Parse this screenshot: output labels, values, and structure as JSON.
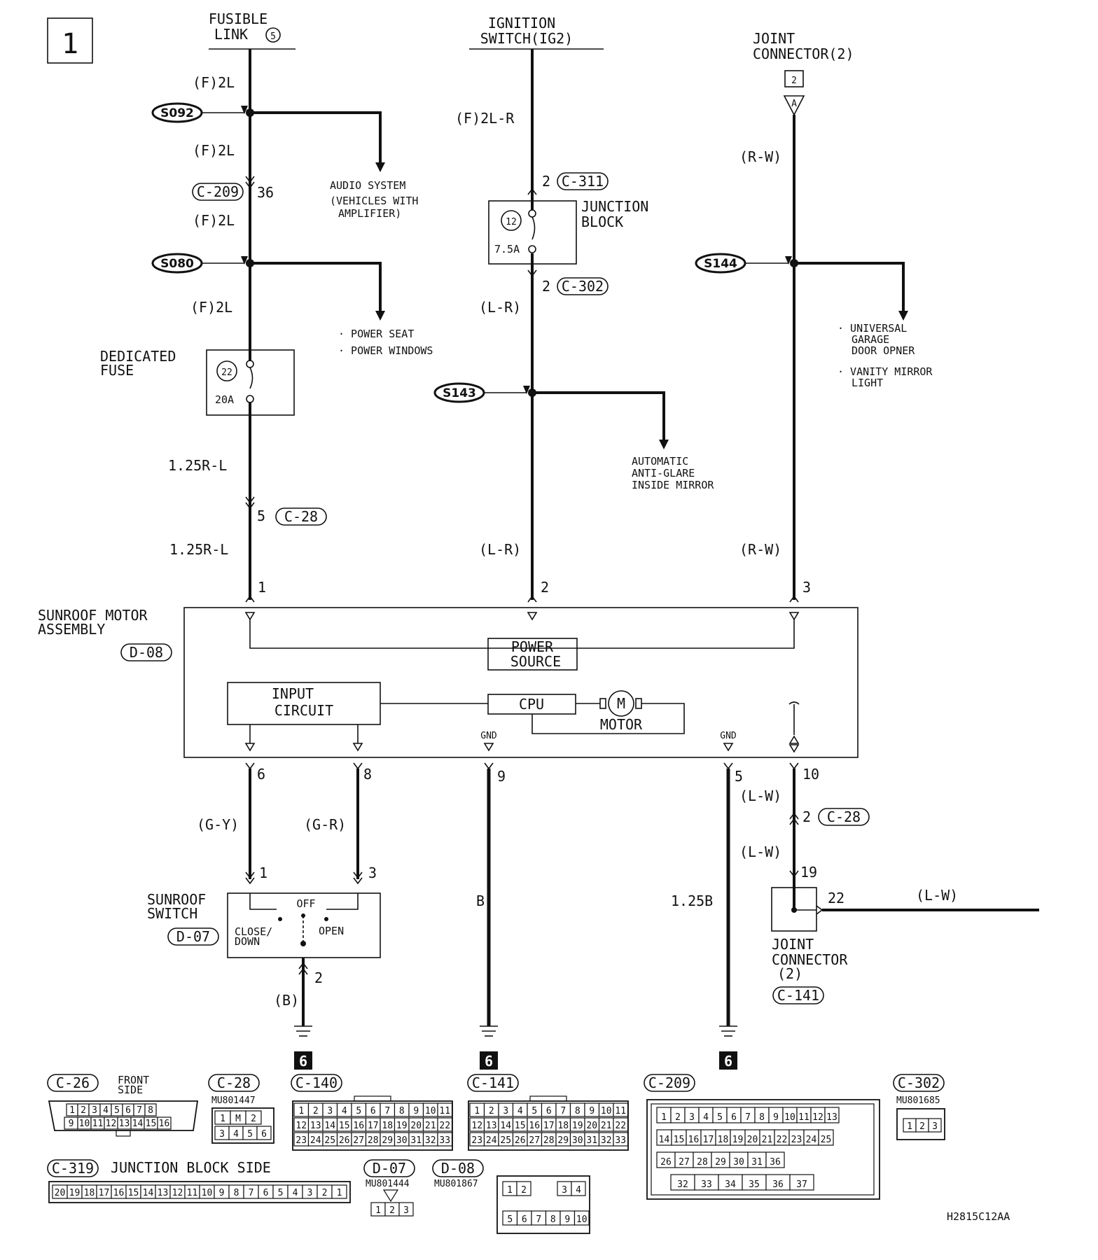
{
  "page": {
    "number": "1",
    "figure_code": "H2815C12AA"
  },
  "top_sources": {
    "fusible_link": {
      "line1": "FUSIBLE",
      "line2": "LINK",
      "number": "5"
    },
    "ignition_switch": {
      "line1": "IGNITION",
      "line2": "SWITCH(IG2)"
    },
    "joint_connector": {
      "line1": "JOINT",
      "line2": "CONNECTOR(2)",
      "page_ref": "2",
      "terminal": "A"
    }
  },
  "splices": {
    "s092": "S092",
    "s080": "S080",
    "s143": "S143",
    "s144": "S144"
  },
  "wires": {
    "f2l_1": "(F)2L",
    "f2l_2": "(F)2L",
    "f2l_3": "(F)2L",
    "f2l_4": "(F)2L",
    "f2l_r": "(F)2L-R",
    "l_r_1": "(L-R)",
    "l_r_2": "(L-R)",
    "r_w_1": "(R-W)",
    "r_w_2": "(R-W)",
    "r_l_1": "1.25R-L",
    "r_l_2": "1.25R-L",
    "g_y": "(G-Y)",
    "g_r": "(G-R)",
    "b_switch": "(B)",
    "b_gnd": "B",
    "b125": "1.25B",
    "l_w_1": "(L-W)",
    "l_w_2": "(L-W)",
    "l_w_3": "(L-W)"
  },
  "connectors_inline": {
    "c209": "C-209",
    "c209_pin": "36",
    "c311": "C-311",
    "c311_pin": "2",
    "c302": "C-302",
    "c302_pin": "2",
    "c28a": "C-28",
    "c28a_pin": "5",
    "c28b": "C-28",
    "c28b_pin": "2",
    "c141_pin_in": "19",
    "c141_pin_out": "22"
  },
  "branches": {
    "audio": [
      "AUDIO SYSTEM",
      "(VEHICLES WITH",
      "AMPLIFIER)"
    ],
    "power": [
      "· POWER SEAT",
      "· POWER WINDOWS"
    ],
    "mirror": [
      "AUTOMATIC",
      "ANTI-GLARE",
      "INSIDE MIRROR"
    ],
    "garage": [
      "· UNIVERSAL",
      "GARAGE",
      "DOOR OPNER",
      "· VANITY MIRROR",
      "LIGHT"
    ]
  },
  "fuses": {
    "dedicated": {
      "line1": "DEDICATED",
      "line2": "FUSE",
      "number": "22",
      "rating": "20A"
    },
    "junction": {
      "line1": "JUNCTION",
      "line2": "BLOCK",
      "number": "12",
      "rating": "7.5A"
    }
  },
  "sunroof_motor": {
    "line1": "SUNROOF MOTOR",
    "line2": "ASSEMBLY",
    "connector": "D-08",
    "pins_top": [
      "1",
      "2",
      "3"
    ],
    "power_source": [
      "POWER",
      "SOURCE"
    ],
    "input_circuit": [
      "INPUT",
      "CIRCUIT"
    ],
    "cpu": "CPU",
    "motor": "MOTOR",
    "motor_symbol": "M",
    "gnd": "GND",
    "pins_bottom": [
      "6",
      "8",
      "9",
      "5",
      "10"
    ]
  },
  "sunroof_switch": {
    "line1": "SUNROOF",
    "line2": "SWITCH",
    "connector": "D-07",
    "off": "OFF",
    "close": "CLOSE/",
    "down": "DOWN",
    "open": "OPEN",
    "pins": [
      "1",
      "3",
      "2"
    ]
  },
  "joint_connector_bottom": {
    "line1": "JOINT",
    "line2": "CONNECTOR",
    "line3": "(2)",
    "connector": "C-141"
  },
  "ground_ref": "6",
  "connector_views": [
    {
      "id": "C-26",
      "note1": "FRONT",
      "note2": "SIDE",
      "rows": [
        [
          "1",
          "2",
          "3",
          "4",
          "5",
          "6",
          "7",
          "8"
        ],
        [
          "9",
          "10",
          "11",
          "12",
          "13",
          "14",
          "15",
          "16"
        ]
      ]
    },
    {
      "id": "C-28",
      "part": "MU801447",
      "rows": [
        [
          "1",
          "M",
          "2"
        ],
        [
          "3",
          "4",
          "5",
          "6"
        ]
      ]
    },
    {
      "id": "C-140",
      "rows": [
        [
          "1",
          "2",
          "3",
          "4",
          "5",
          "6",
          "7",
          "8",
          "9",
          "10",
          "11"
        ],
        [
          "12",
          "13",
          "14",
          "15",
          "16",
          "17",
          "18",
          "19",
          "20",
          "21",
          "22"
        ],
        [
          "23",
          "24",
          "25",
          "26",
          "27",
          "28",
          "29",
          "30",
          "31",
          "32",
          "33"
        ]
      ]
    },
    {
      "id": "C-141",
      "rows": [
        [
          "1",
          "2",
          "3",
          "4",
          "5",
          "6",
          "7",
          "8",
          "9",
          "10",
          "11"
        ],
        [
          "12",
          "13",
          "14",
          "15",
          "16",
          "17",
          "18",
          "19",
          "20",
          "21",
          "22"
        ],
        [
          "23",
          "24",
          "25",
          "26",
          "27",
          "28",
          "29",
          "30",
          "31",
          "32",
          "33"
        ]
      ]
    },
    {
      "id": "C-209",
      "rows": [
        [
          "1",
          "2",
          "3",
          "4",
          "5",
          "6",
          "7",
          "8",
          "9",
          "10",
          "11",
          "12",
          "13"
        ],
        [
          "14",
          "15",
          "16",
          "17",
          "18",
          "19",
          "20",
          "21",
          "22",
          "23",
          "24",
          "25"
        ],
        [
          "26",
          "27",
          "28",
          "29",
          "30",
          "31",
          "36"
        ],
        [
          "32",
          "33",
          "34",
          "35",
          "36",
          "37"
        ]
      ]
    },
    {
      "id": "C-302",
      "part": "MU801685",
      "rows": [
        [
          "1",
          "2",
          "3"
        ]
      ]
    },
    {
      "id": "C-319",
      "note": "JUNCTION BLOCK SIDE",
      "rows": [
        [
          "20",
          "19",
          "18",
          "17",
          "16",
          "15",
          "14",
          "13",
          "12",
          "11",
          "10",
          "9",
          "8",
          "7",
          "6",
          "5",
          "4",
          "3",
          "2",
          "1"
        ]
      ]
    },
    {
      "id": "D-07",
      "part": "MU801444",
      "rows": [
        [
          "1",
          "2",
          "3"
        ]
      ]
    },
    {
      "id": "D-08",
      "part": "MU801867",
      "rows": [
        [
          "1",
          "2",
          "3",
          "4"
        ],
        [
          "5",
          "6",
          "7",
          "8",
          "9",
          "10"
        ]
      ]
    }
  ]
}
